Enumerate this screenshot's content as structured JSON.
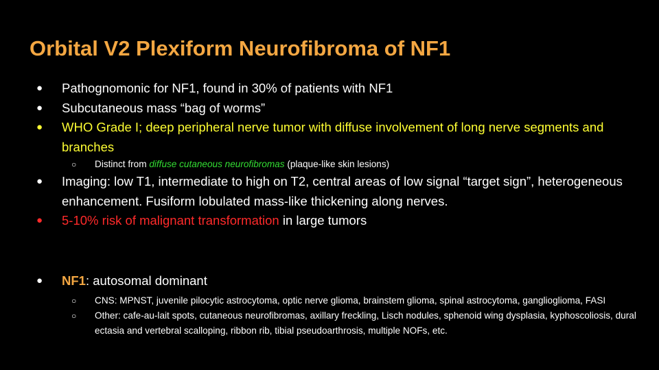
{
  "title": "Orbital V2 Plexiform Neurofibroma of NF1",
  "bullet_glyph": "●",
  "sub_bullet_glyph": "○",
  "items": [
    {
      "text": "Pathognomonic for NF1, found in 30% of patients with NF1"
    },
    {
      "text": "Subcutaneous mass “bag of worms”"
    },
    {
      "text": "WHO Grade I; deep peripheral nerve tumor with diffuse involvement of long nerve segments and branches",
      "color": "#ffff33"
    },
    {
      "sub_prefix": "Distinct from ",
      "sub_highlight": "diffuse cutaneous neurofibromas",
      "sub_suffix": " (plaque-like skin lesions)",
      "highlight_color": "#33dd33"
    },
    {
      "text": "Imaging: low T1, intermediate to high on T2, central areas of low signal “target sign”, heterogeneous enhancement. Fusiform lobulated mass-like thickening along nerves."
    },
    {
      "highlight": "5-10% risk of malignant transformation",
      "suffix": " in large tumors",
      "highlight_color": "#ff2a2a"
    }
  ],
  "nf1": {
    "label": "NF1",
    "text": ": autosomal dominant",
    "label_color": "#f4a742",
    "subitems": [
      "CNS: MPNST, juvenile pilocytic astrocytoma, optic nerve glioma, brainstem glioma, spinal astrocytoma, ganglioglioma, FASI",
      "Other: cafe-au-lait spots, cutaneous neurofibromas, axillary freckling, Lisch nodules, sphenoid wing dysplasia, kyphoscoliosis, dural ectasia and vertebral scalloping, ribbon rib, tibial pseudoarthrosis, multiple NOFs, etc."
    ]
  }
}
